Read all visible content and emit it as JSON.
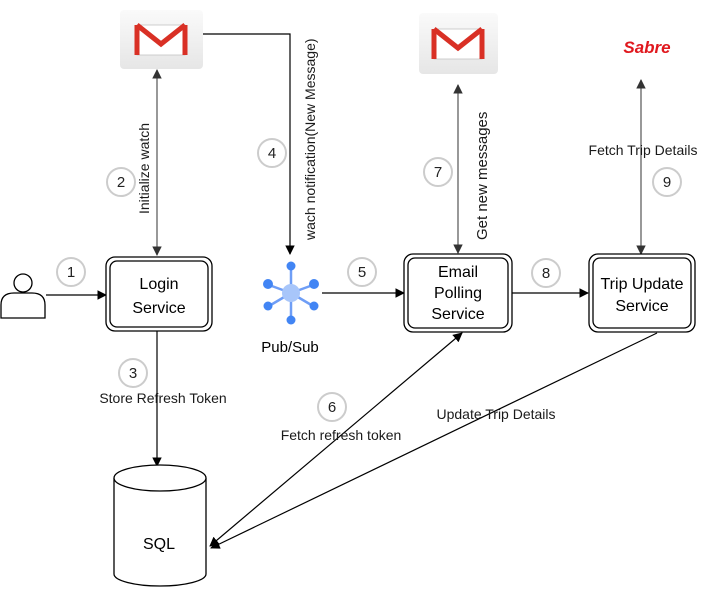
{
  "services": {
    "login": [
      "Login",
      "Service"
    ],
    "email_polling": [
      "Email",
      "Polling",
      "Service"
    ],
    "trip_update": [
      "Trip Update",
      "Service"
    ]
  },
  "nodes": {
    "pubsub": "Pub/Sub",
    "sql": "SQL",
    "sabre_logo": "Sabre"
  },
  "edges": {
    "initialize_watch": "Initialize watch",
    "watch_notification": "wach notification(New Message)",
    "get_new_messages": "Get new messages",
    "fetch_trip_details": "Fetch Trip Details",
    "store_refresh_token": "Store Refresh Token",
    "fetch_refresh_token": "Fetch refresh token",
    "update_trip_details": "Update Trip Details"
  },
  "steps": [
    "1",
    "2",
    "3",
    "4",
    "5",
    "6",
    "7",
    "8",
    "9"
  ],
  "icons": {
    "user": "user-icon",
    "gmail": "gmail-icon",
    "pubsub": "pubsub-icon",
    "database": "database-icon"
  },
  "colors": {
    "gmail_red": "#d93025",
    "pubsub_blue": "#4285f4",
    "sabre_red": "#e0181e",
    "step_circle_border": "#cccccc"
  }
}
